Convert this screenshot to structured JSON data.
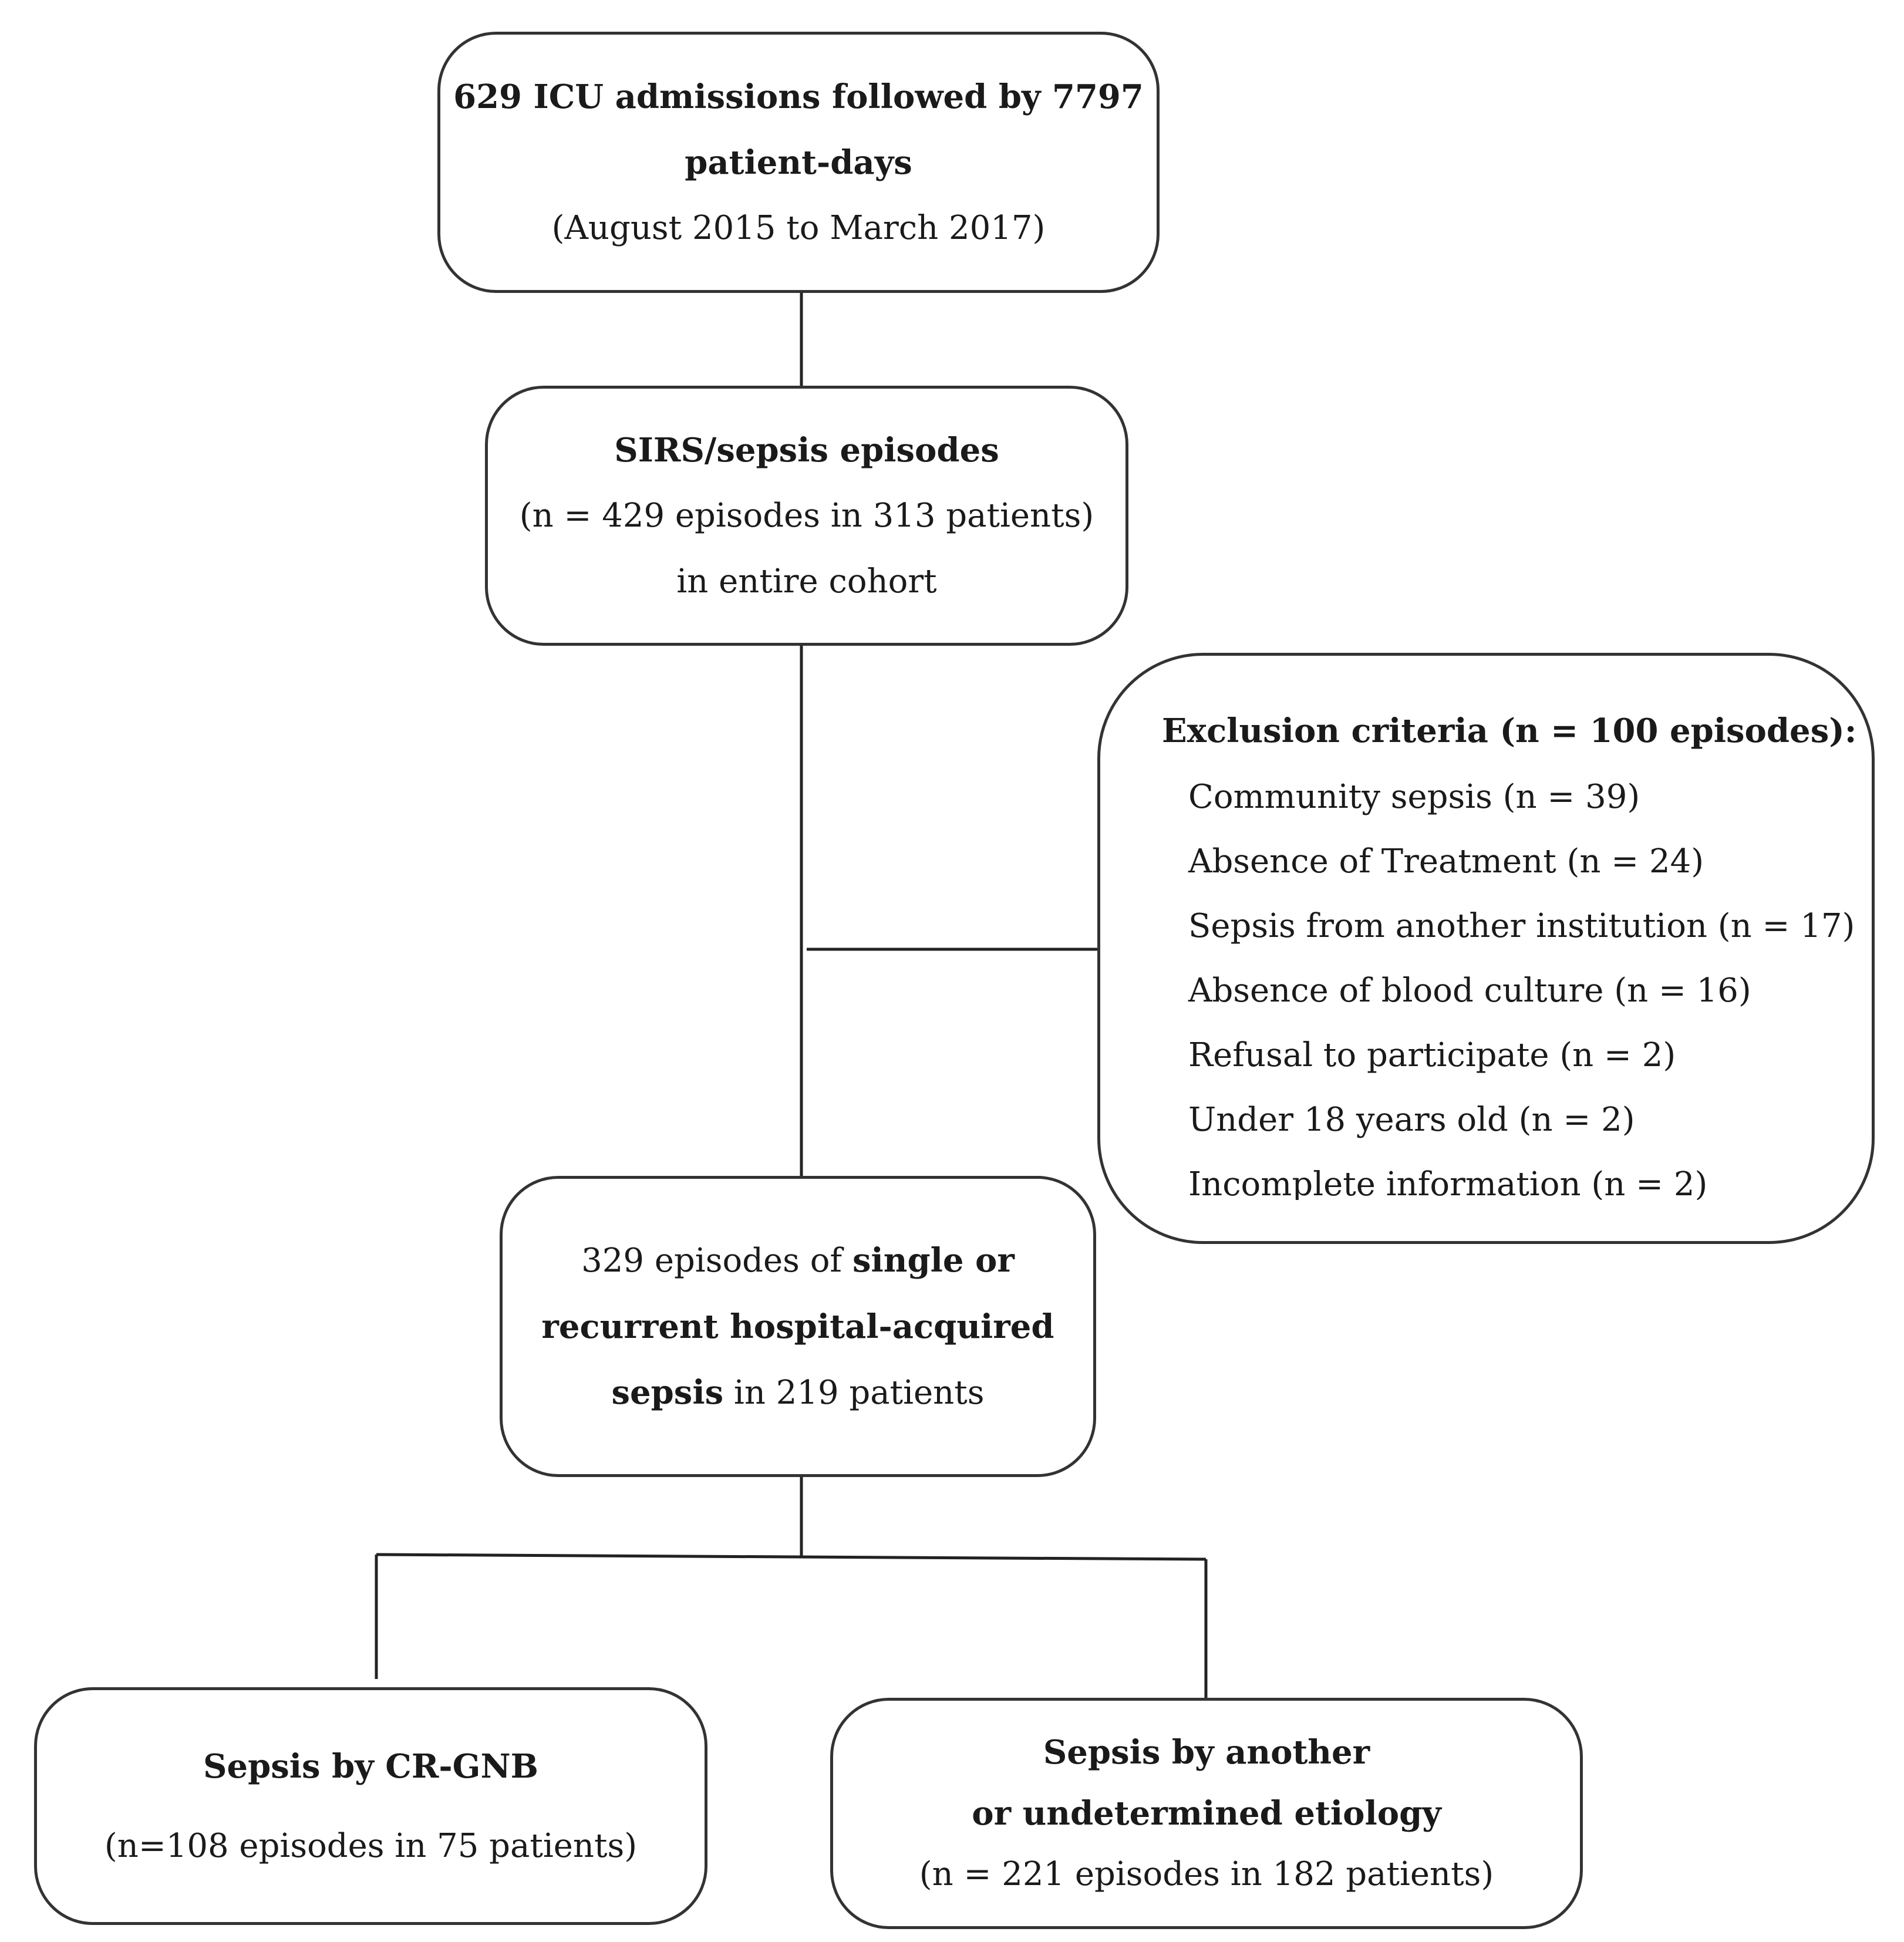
{
  "flowchart": {
    "admissions": {
      "line1": "629 ICU admissions followed by 7797",
      "line2": "patient-days",
      "line3": "(August 2015 to March 2017)"
    },
    "sirs": {
      "title": "SIRS/sepsis episodes",
      "count": "(n = 429 episodes in 313 patients)",
      "scope": "in entire cohort"
    },
    "exclusion": {
      "title": "Exclusion criteria (n = 100 episodes):",
      "items": [
        "Community sepsis (n = 39)",
        "Absence of Treatment (n = 24)",
        "Sepsis from another institution (n = 17)",
        "Absence of blood culture (n = 16)",
        "Refusal to participate (n = 2)",
        "Under 18 years old (n = 2)",
        "Incomplete information (n = 2)"
      ]
    },
    "hospital": {
      "line1_plain": "329 episodes of ",
      "line1_bold": "single or",
      "line2_bold": "recurrent hospital-acquired",
      "line3_bold": "sepsis",
      "line3_plain": " in 219 patients"
    },
    "crgnb": {
      "title": "Sepsis by CR-GNB",
      "count": "(n=108 episodes in 75 patients)"
    },
    "other": {
      "title_line1": "Sepsis by another",
      "title_line2": "or undetermined etiology",
      "count": "(n = 221 episodes in 182 patients)"
    }
  },
  "colors": {
    "border": "#333333",
    "line": "#222222",
    "text": "#1a1a1a",
    "background": "#ffffff"
  }
}
